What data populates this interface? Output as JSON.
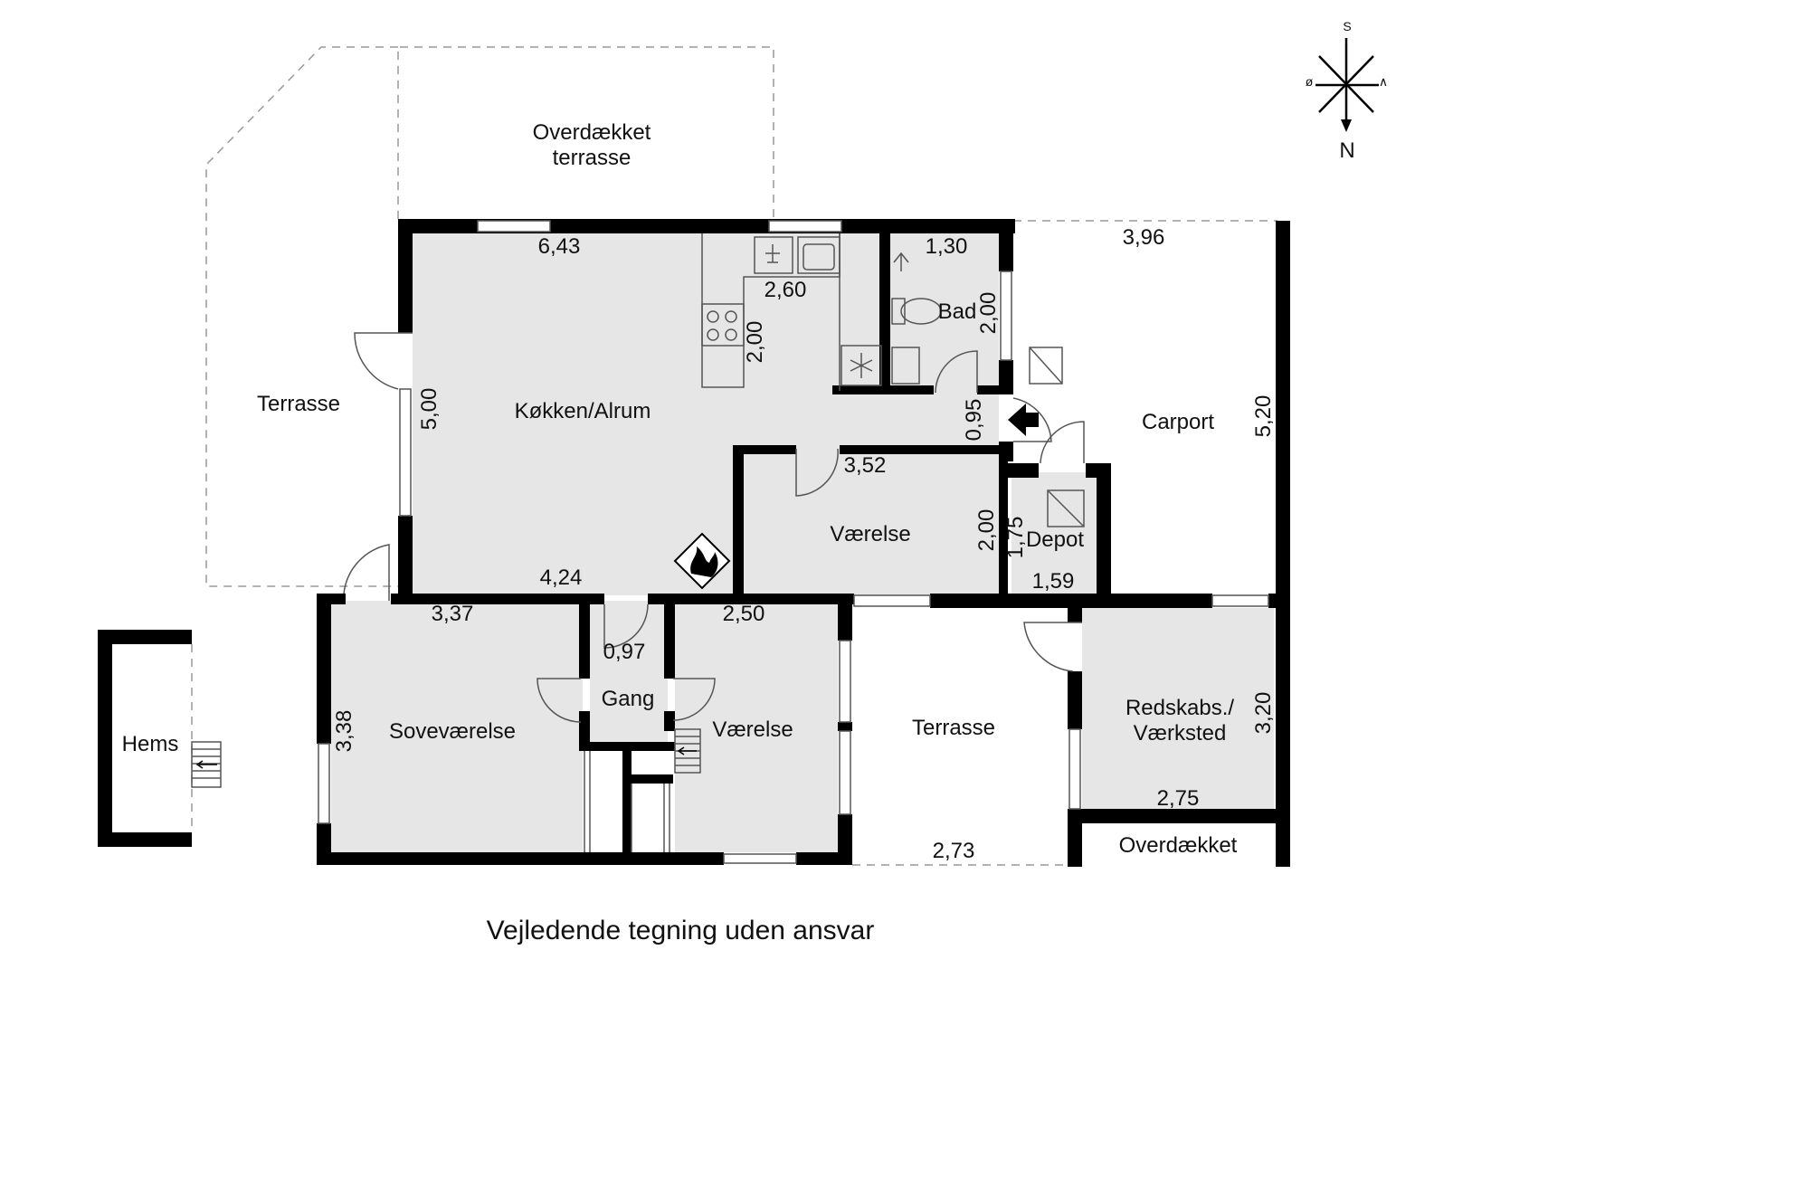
{
  "rooms": {
    "covered_terrace_top": "Overdækket terrasse",
    "terrace_left": "Terrasse",
    "kitchen": "Køkken/Alrum",
    "bath": "Bad",
    "carport": "Carport",
    "room_middle": "Værelse",
    "depot": "Depot",
    "bedroom": "Soveværelse",
    "hall": "Gang",
    "room_lower": "Værelse",
    "terrace_lower": "Terrasse",
    "workshop": "Redskabs./ Værksted",
    "covered_lower": "Overdækket",
    "loft": "Hems"
  },
  "dimensions": {
    "kitchen_width": "6,43",
    "kitchen_counter": "2,60",
    "kitchen_counter_depth": "2,00",
    "kitchen_depth": "5,00",
    "kitchen_lower": "4,24",
    "bath_width": "1,30",
    "bath_depth": "2,00",
    "carport_width": "3,96",
    "carport_depth": "5,20",
    "entry": "0,95",
    "room_middle_width": "3,52",
    "room_middle_depth": "2,00",
    "depot_depth": "1,75",
    "depot_width": "1,59",
    "bedroom_width": "3,37",
    "bedroom_depth": "3,38",
    "hall_width": "0,97",
    "room_lower_width": "2,50",
    "terrace_lower_width": "2,73",
    "workshop_depth": "3,20",
    "workshop_width": "2,75"
  },
  "compass": {
    "top": "S",
    "left": "ø",
    "right": "∧",
    "bottom": "N"
  },
  "caption": "Vejledende tegning uden ansvar"
}
